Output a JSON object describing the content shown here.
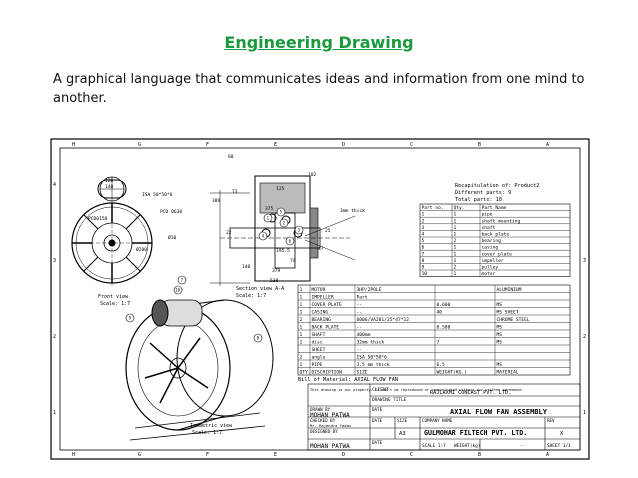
{
  "slide": {
    "title": "Engineering Drawing",
    "body": "A graphical language that communicates ideas and information from one mind to another."
  },
  "drawing": {
    "border_letters_top": [
      "H",
      "G",
      "F",
      "E",
      "D",
      "C",
      "B",
      "A"
    ],
    "border_letters_bottom": [
      "H",
      "G",
      "F",
      "E",
      "D",
      "C",
      "B",
      "A"
    ],
    "border_numbers": [
      "4",
      "3",
      "2",
      "1"
    ],
    "front_view": {
      "label": "Front view",
      "scale": "Scale: 1:7",
      "callouts": [
        "ISA 50*50*6",
        "PCD 0630",
        "PCD0150",
        "Ø10",
        "Ø200",
        "126",
        "140"
      ]
    },
    "section_view": {
      "label": "Section view A-A",
      "scale": "Scale: 1:7",
      "dims": [
        "60",
        "102",
        "73",
        "125",
        "375",
        "389",
        "195.5",
        "47",
        "25",
        "74",
        "140",
        "379",
        "530",
        "22"
      ],
      "thickness": "3mm thick"
    },
    "isometric_view": {
      "label": "Isometric view",
      "scale": "Scale: 1:7"
    },
    "balloons": [
      "1",
      "2",
      "3",
      "4",
      "5",
      "6",
      "7",
      "8",
      "9",
      "10"
    ],
    "recap": {
      "title": "Recapitulation of: Product2",
      "different": "Different parts: 9",
      "total": "Total parts: 10",
      "headers": [
        "Part no.",
        "Qty.",
        "Part Name"
      ],
      "rows": [
        [
          "1",
          "1",
          "pipe"
        ],
        [
          "2",
          "1",
          "shaft mounting"
        ],
        [
          "3",
          "1",
          "shaft"
        ],
        [
          "4",
          "1",
          "back plate"
        ],
        [
          "5",
          "2",
          "bearing"
        ],
        [
          "6",
          "1",
          "casing"
        ],
        [
          "7",
          "1",
          "cover plate"
        ],
        [
          "8",
          "1",
          "impeller"
        ],
        [
          "9",
          "2",
          "pulley"
        ],
        [
          "10",
          "1",
          "motor"
        ]
      ]
    },
    "bom": {
      "title": "Bill of Material: AXIAL FLOW FAN",
      "headers": [
        "QTY.",
        "DISCRIPTION",
        "SIZE",
        "WEIGHT(KG.)",
        "MATERIAL"
      ],
      "rows": [
        [
          "1",
          "MOTOR",
          "3HP/2POLE",
          "",
          "ALUMINIUM"
        ],
        [
          "1",
          "IMPELLER",
          "Part",
          "",
          ""
        ],
        [
          "1",
          "COVER PLATE",
          "--",
          "0.600",
          "MS"
        ],
        [
          "1",
          "CASING",
          "--",
          "40",
          "MS SHEET"
        ],
        [
          "2",
          "BEARING",
          "6006/VA201/25*47*12",
          "",
          "CHROME STEEL"
        ],
        [
          "1",
          "BACK PLATE",
          "--",
          "0.500",
          "MS"
        ],
        [
          "1",
          "SHAFT",
          "400mm",
          "",
          "MS"
        ],
        [
          "1",
          "disc",
          "32mm thick",
          "7",
          "MS"
        ],
        [
          "",
          "SHEET",
          "--",
          "",
          ""
        ],
        [
          "2",
          "angle",
          "ISA 50*50*6",
          "",
          ""
        ],
        [
          "1",
          "PIPE",
          "3.5 mm thick",
          "6.5",
          "MS"
        ]
      ]
    },
    "title_block": {
      "property_note": "This drawing is our property. It can't be reproduced or communicated without our written agreement.",
      "client_label": "CLIENT",
      "client": "RAJLAXMI CONCAST PVT. LTD.",
      "drawing_title_label": "DRAWING TITLE",
      "drawing_title": "AXIAL FLOW FAN ASSEMBLY",
      "drawn_by_label": "DRAWN BY",
      "drawn_by": "MOHAN PATWA",
      "checked_by_label": "CHECKED BY",
      "checked_by": "Mr. Rajendra Yadav",
      "designed_by_label": "DESIGNED BY",
      "designed_by": "MOHAN PATWA",
      "date_label": "DATE",
      "size_label": "SIZE",
      "size": "A3",
      "company_label": "COMPANY NAME",
      "company": "GULMOHAR FILTECH PVT. LTD.",
      "rev_label": "REV",
      "rev": "X",
      "scale": "SCALE  1:7",
      "weight": "WEIGHT(kg)",
      "weight_value": "--",
      "sheet": "SHEET  1/1"
    }
  }
}
